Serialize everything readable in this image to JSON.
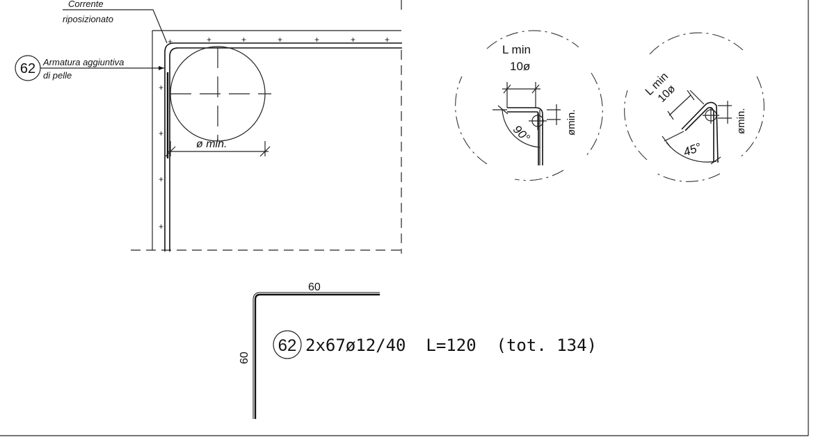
{
  "colors": {
    "ink": "#111111",
    "paper": "#ffffff"
  },
  "labels": {
    "corrente_line1": "Corrente",
    "corrente_line2": "riposizionato",
    "mark_number": "62",
    "armatura_line1": "Armatura aggiuntiva",
    "armatura_line2": "di pelle",
    "dia_min": "ø min.",
    "detail_a": {
      "lmin": "L min",
      "ten_d": "10ø",
      "angle": "90°",
      "phimin": "ømin."
    },
    "detail_b": {
      "lmin": "L min",
      "ten_d": "10ø",
      "angle": "45°",
      "phimin": "ømin."
    }
  },
  "schedule": {
    "mark": "62",
    "top_length": "60",
    "side_length": "60",
    "spec": "2x67ø12/40  L=120  (tot. 134)"
  }
}
